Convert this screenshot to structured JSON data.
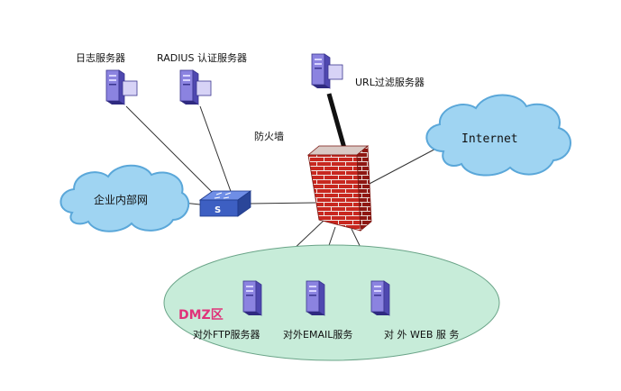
{
  "nodes": {
    "log_server": {
      "label": "日志服务器",
      "icon": "server-tower-icon"
    },
    "radius_server": {
      "label": "RADIUS 认证服务器",
      "icon": "server-tower-icon"
    },
    "url_filter_server": {
      "label": "URL过滤服务器",
      "icon": "server-tower-icon"
    },
    "firewall": {
      "label": "防火墙",
      "icon": "brick-firewall-icon"
    },
    "internet": {
      "label": "Internet",
      "icon": "cloud-icon"
    },
    "intranet": {
      "label": "企业内部网",
      "icon": "cloud-icon"
    },
    "switch": {
      "label": "S",
      "icon": "switch-icon"
    },
    "dmz": {
      "label": "DMZ区"
    },
    "ftp_server": {
      "label": "对外FTP服务器",
      "icon": "server-tower-icon"
    },
    "email_server": {
      "label": "对外EMAIL服务",
      "icon": "server-tower-icon"
    },
    "web_server": {
      "label": "对 外 WEB 服 务",
      "icon": "server-tower-icon"
    }
  },
  "colors": {
    "cloud_fill": "#9fd4f2",
    "cloud_stroke": "#5aa7d9",
    "dmz_fill": "#c7ecd9",
    "dmz_label": "#e0337a",
    "brick": "#c8271f",
    "mortar": "#f2e9e6",
    "server_purple": "#7c73d6",
    "switch_blue": "#3d5fc2",
    "line": "#333333"
  }
}
